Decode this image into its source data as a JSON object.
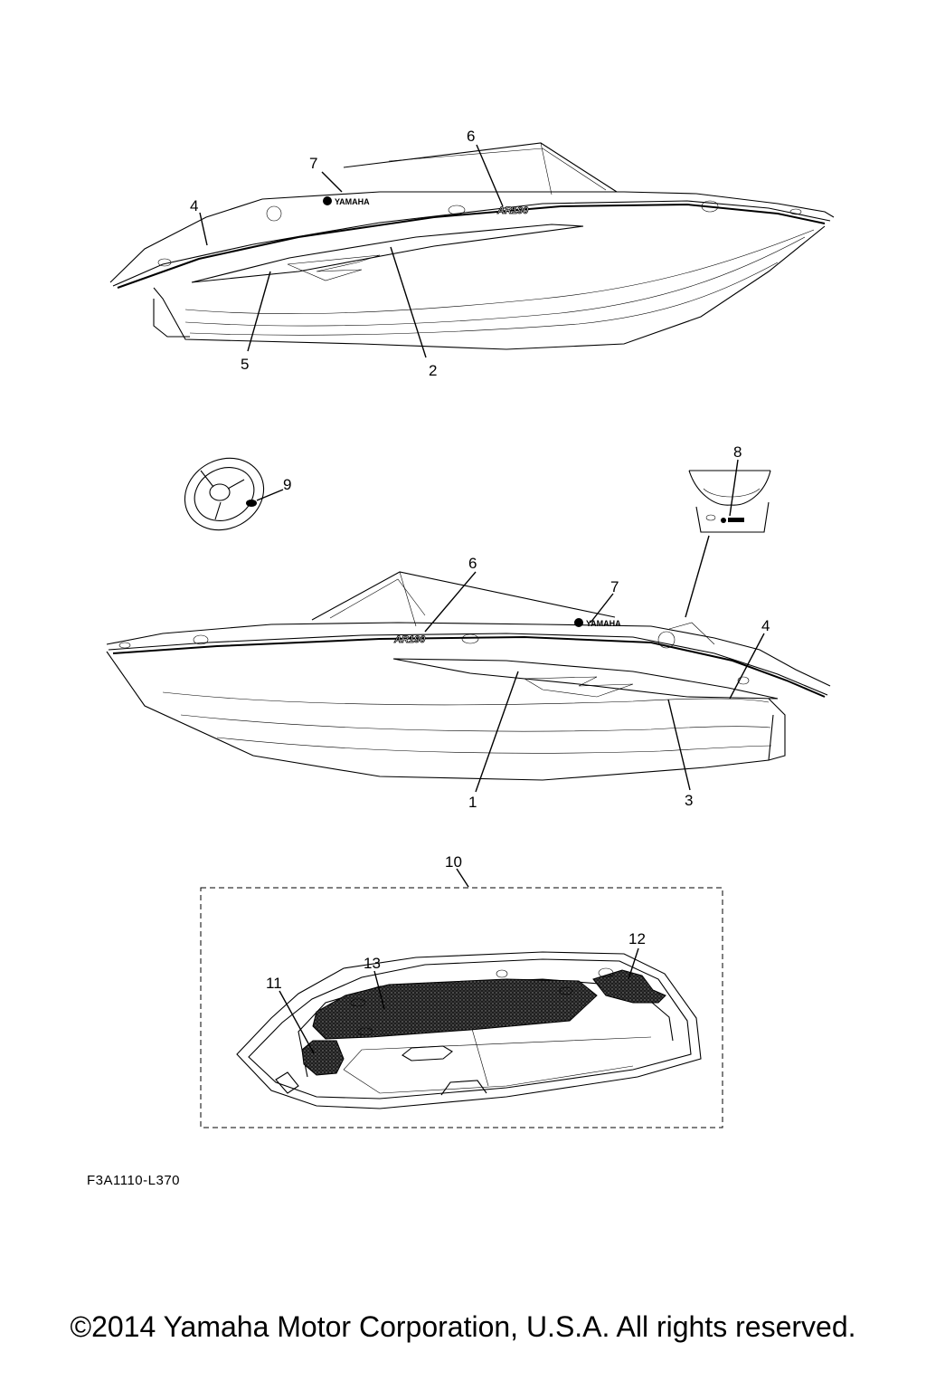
{
  "callouts": [
    "1",
    "2",
    "3",
    "4",
    "5",
    "6",
    "7",
    "8",
    "9",
    "10",
    "11",
    "12",
    "13"
  ],
  "decal": {
    "brand": "YAMAHA",
    "model": "AR190"
  },
  "figure_code": "F3A1110-L370",
  "copyright": "©2014 Yamaha Motor Corporation, U.S.A. All rights reserved.",
  "colors": {
    "line": "#000000",
    "background": "#ffffff",
    "mat": "#2a2a2a"
  }
}
